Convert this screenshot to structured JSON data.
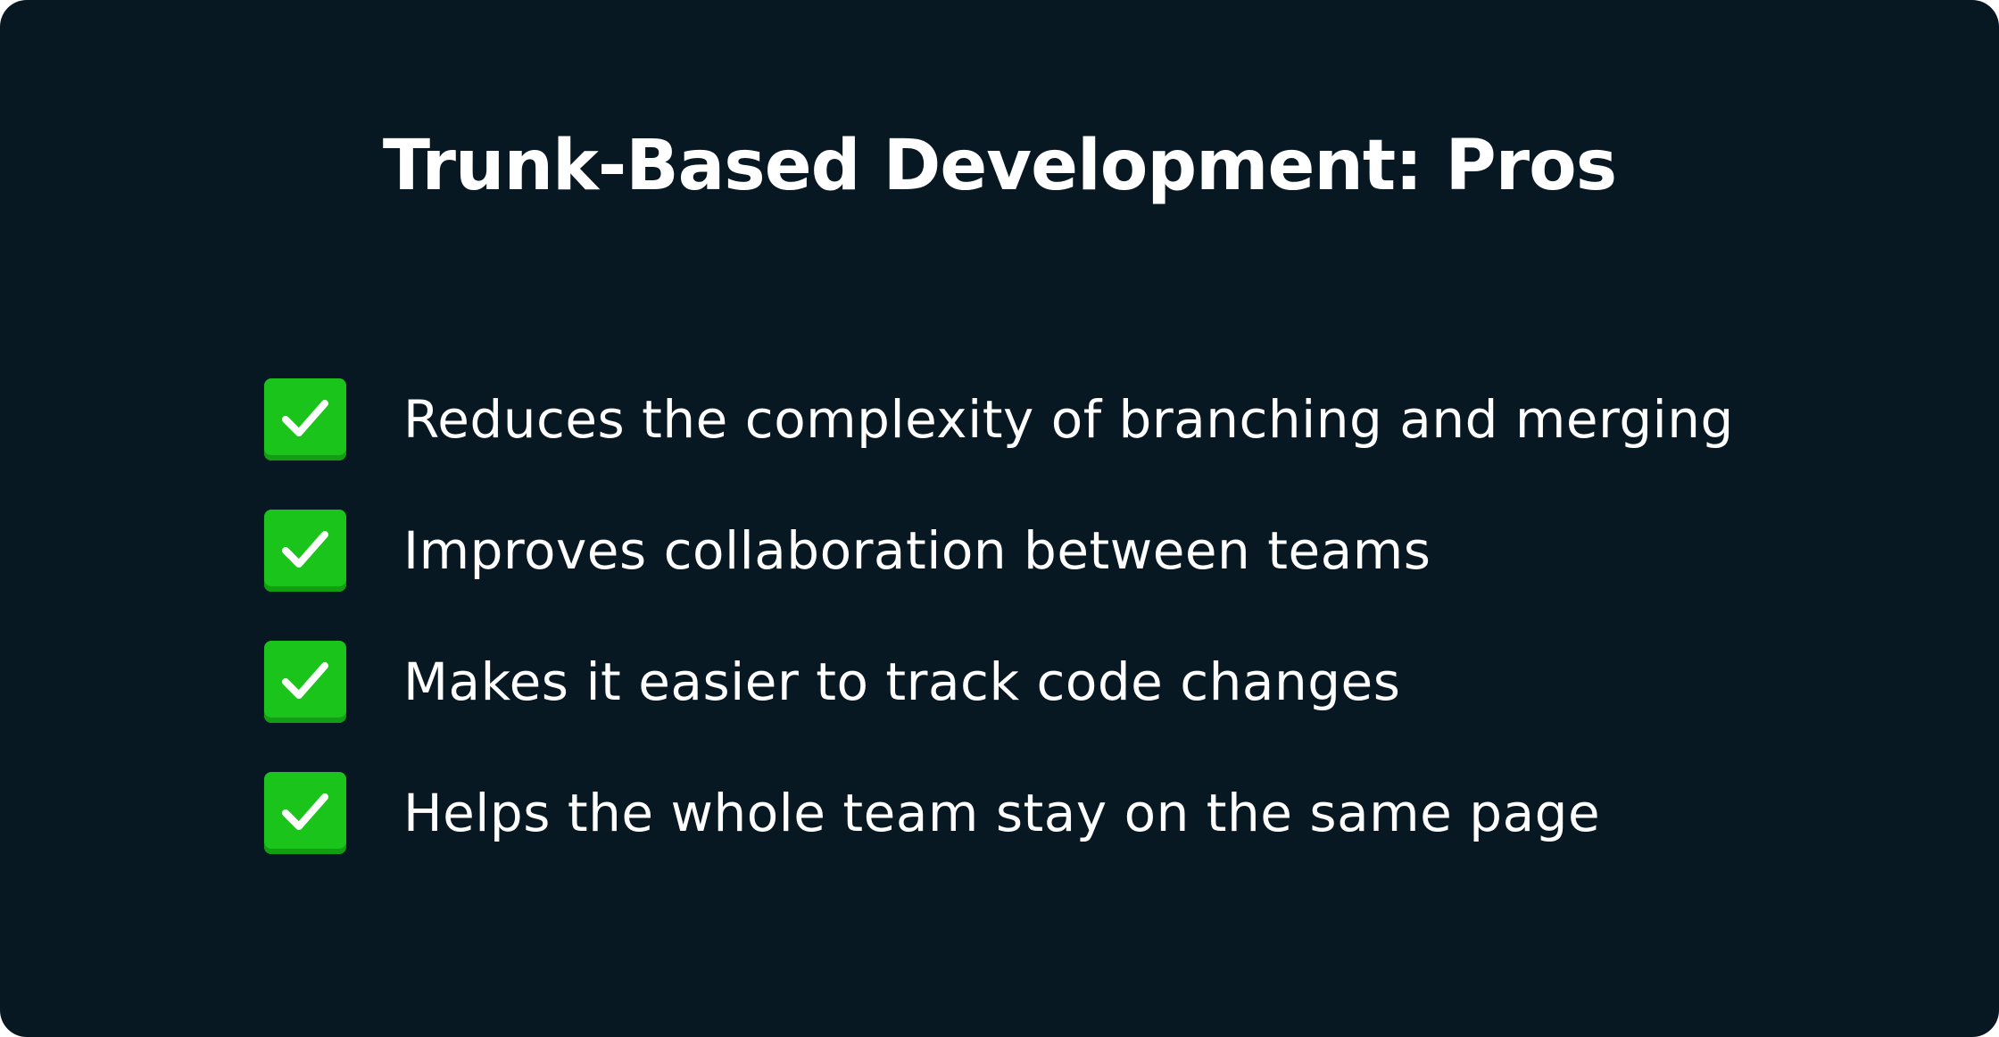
{
  "title": "Trunk-Based Development: Pros",
  "colors": {
    "background": "#081822",
    "text": "#ffffff",
    "check_green": "#1bc41b"
  },
  "pros": [
    {
      "icon": "check-mark-icon",
      "text": "Reduces the complexity of branching and merging"
    },
    {
      "icon": "check-mark-icon",
      "text": "Improves collaboration between teams"
    },
    {
      "icon": "check-mark-icon",
      "text": "Makes it easier to track code changes"
    },
    {
      "icon": "check-mark-icon",
      "text": "Helps the whole team stay on the same page"
    }
  ]
}
